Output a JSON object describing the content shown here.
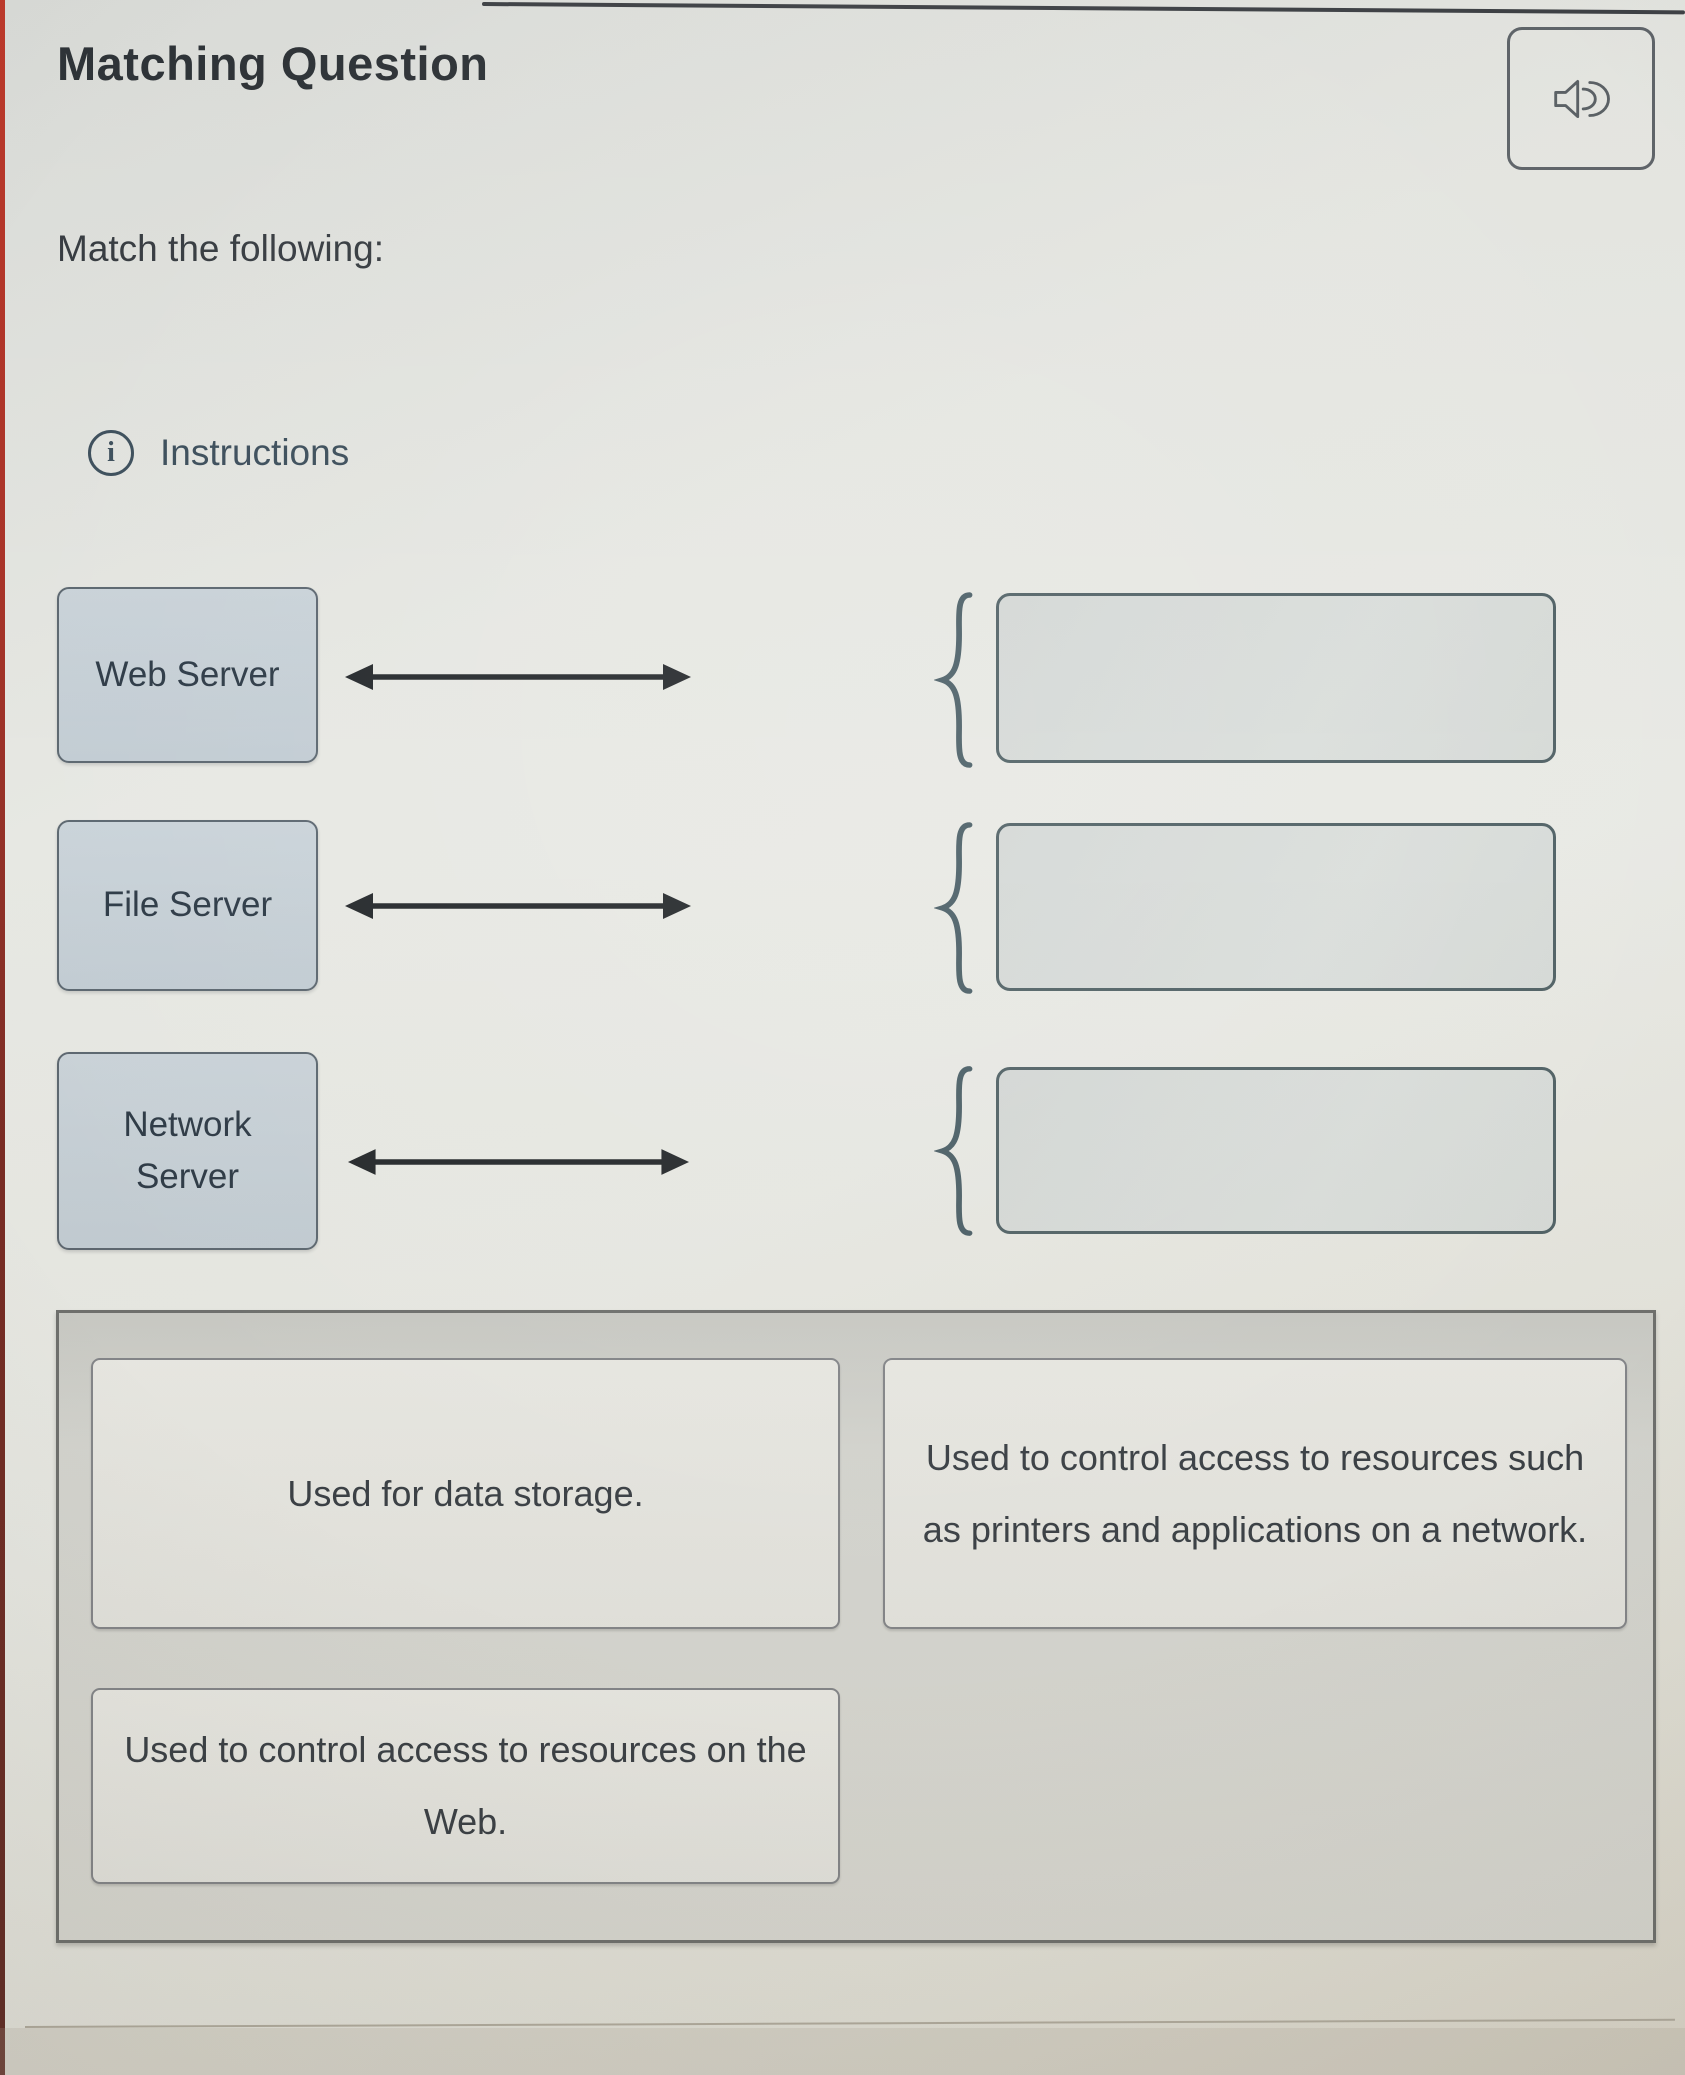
{
  "header": {
    "title": "Matching Question",
    "audio_button_icon": "speaker-icon"
  },
  "question": {
    "prompt": "Match the following:",
    "instructions_label": "Instructions",
    "info_icon_glyph": "i"
  },
  "matching": {
    "terms": [
      {
        "label": "Web Server"
      },
      {
        "label": "File Server"
      },
      {
        "label": "Network Server"
      }
    ],
    "drop_zones": [
      {
        "value": ""
      },
      {
        "value": ""
      },
      {
        "value": ""
      }
    ]
  },
  "answer_bank": {
    "options": [
      "Used for data storage.",
      "Used to control access to resources such as printers and applications on a network.",
      "Used to control access to resources on the Web."
    ]
  },
  "colors": {
    "accent_red_edge": "#b03529",
    "term_box_fill": "#c6cfd6",
    "term_box_border": "#5c6770",
    "drop_box_border": "#506165",
    "brace": "#4a5e66",
    "arrow": "#24282b",
    "bank_border": "#6e706e",
    "card_border": "#84868a",
    "text_primary": "#2f3438",
    "text_secondary": "#3a4046",
    "instructions_text": "#3c4e5b"
  }
}
